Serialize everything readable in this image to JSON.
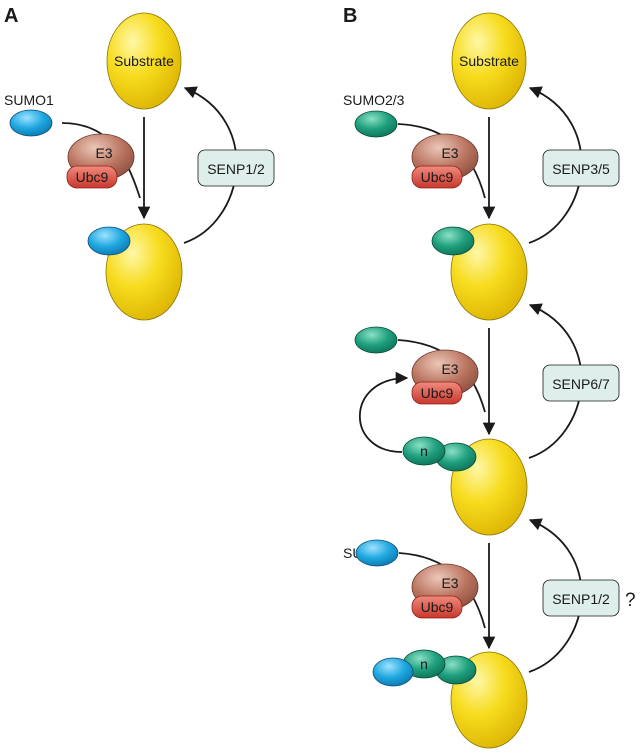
{
  "panels": {
    "a": {
      "letter": "A",
      "substrate_label": "Substrate",
      "sumo_label": "SUMO1",
      "e3_label": "E3",
      "ubc9_label": "Ubc9",
      "senp_label": "SENP1/2"
    },
    "b": {
      "letter": "B",
      "substrate_label": "Substrate",
      "step1": {
        "sumo_label": "SUMO2/3",
        "e3_label": "E3",
        "ubc9_label": "Ubc9",
        "senp_label": "SENP3/5"
      },
      "step2": {
        "e3_label": "E3",
        "ubc9_label": "Ubc9",
        "chain_label": "n",
        "senp_label": "SENP6/7"
      },
      "step3": {
        "sumo_label": "SUMO1",
        "e3_label": "E3",
        "ubc9_label": "Ubc9",
        "chain_label": "n",
        "senp_label": "SENP1/2",
        "question_mark": "?"
      }
    }
  },
  "colors": {
    "substrate": "#f5d415",
    "sumo1": "#1fa8e0",
    "sumo2_3": "#1fa07e",
    "e3": "#b9735f",
    "ubc9": "#d9473b",
    "senp_box": "#deeeea"
  }
}
